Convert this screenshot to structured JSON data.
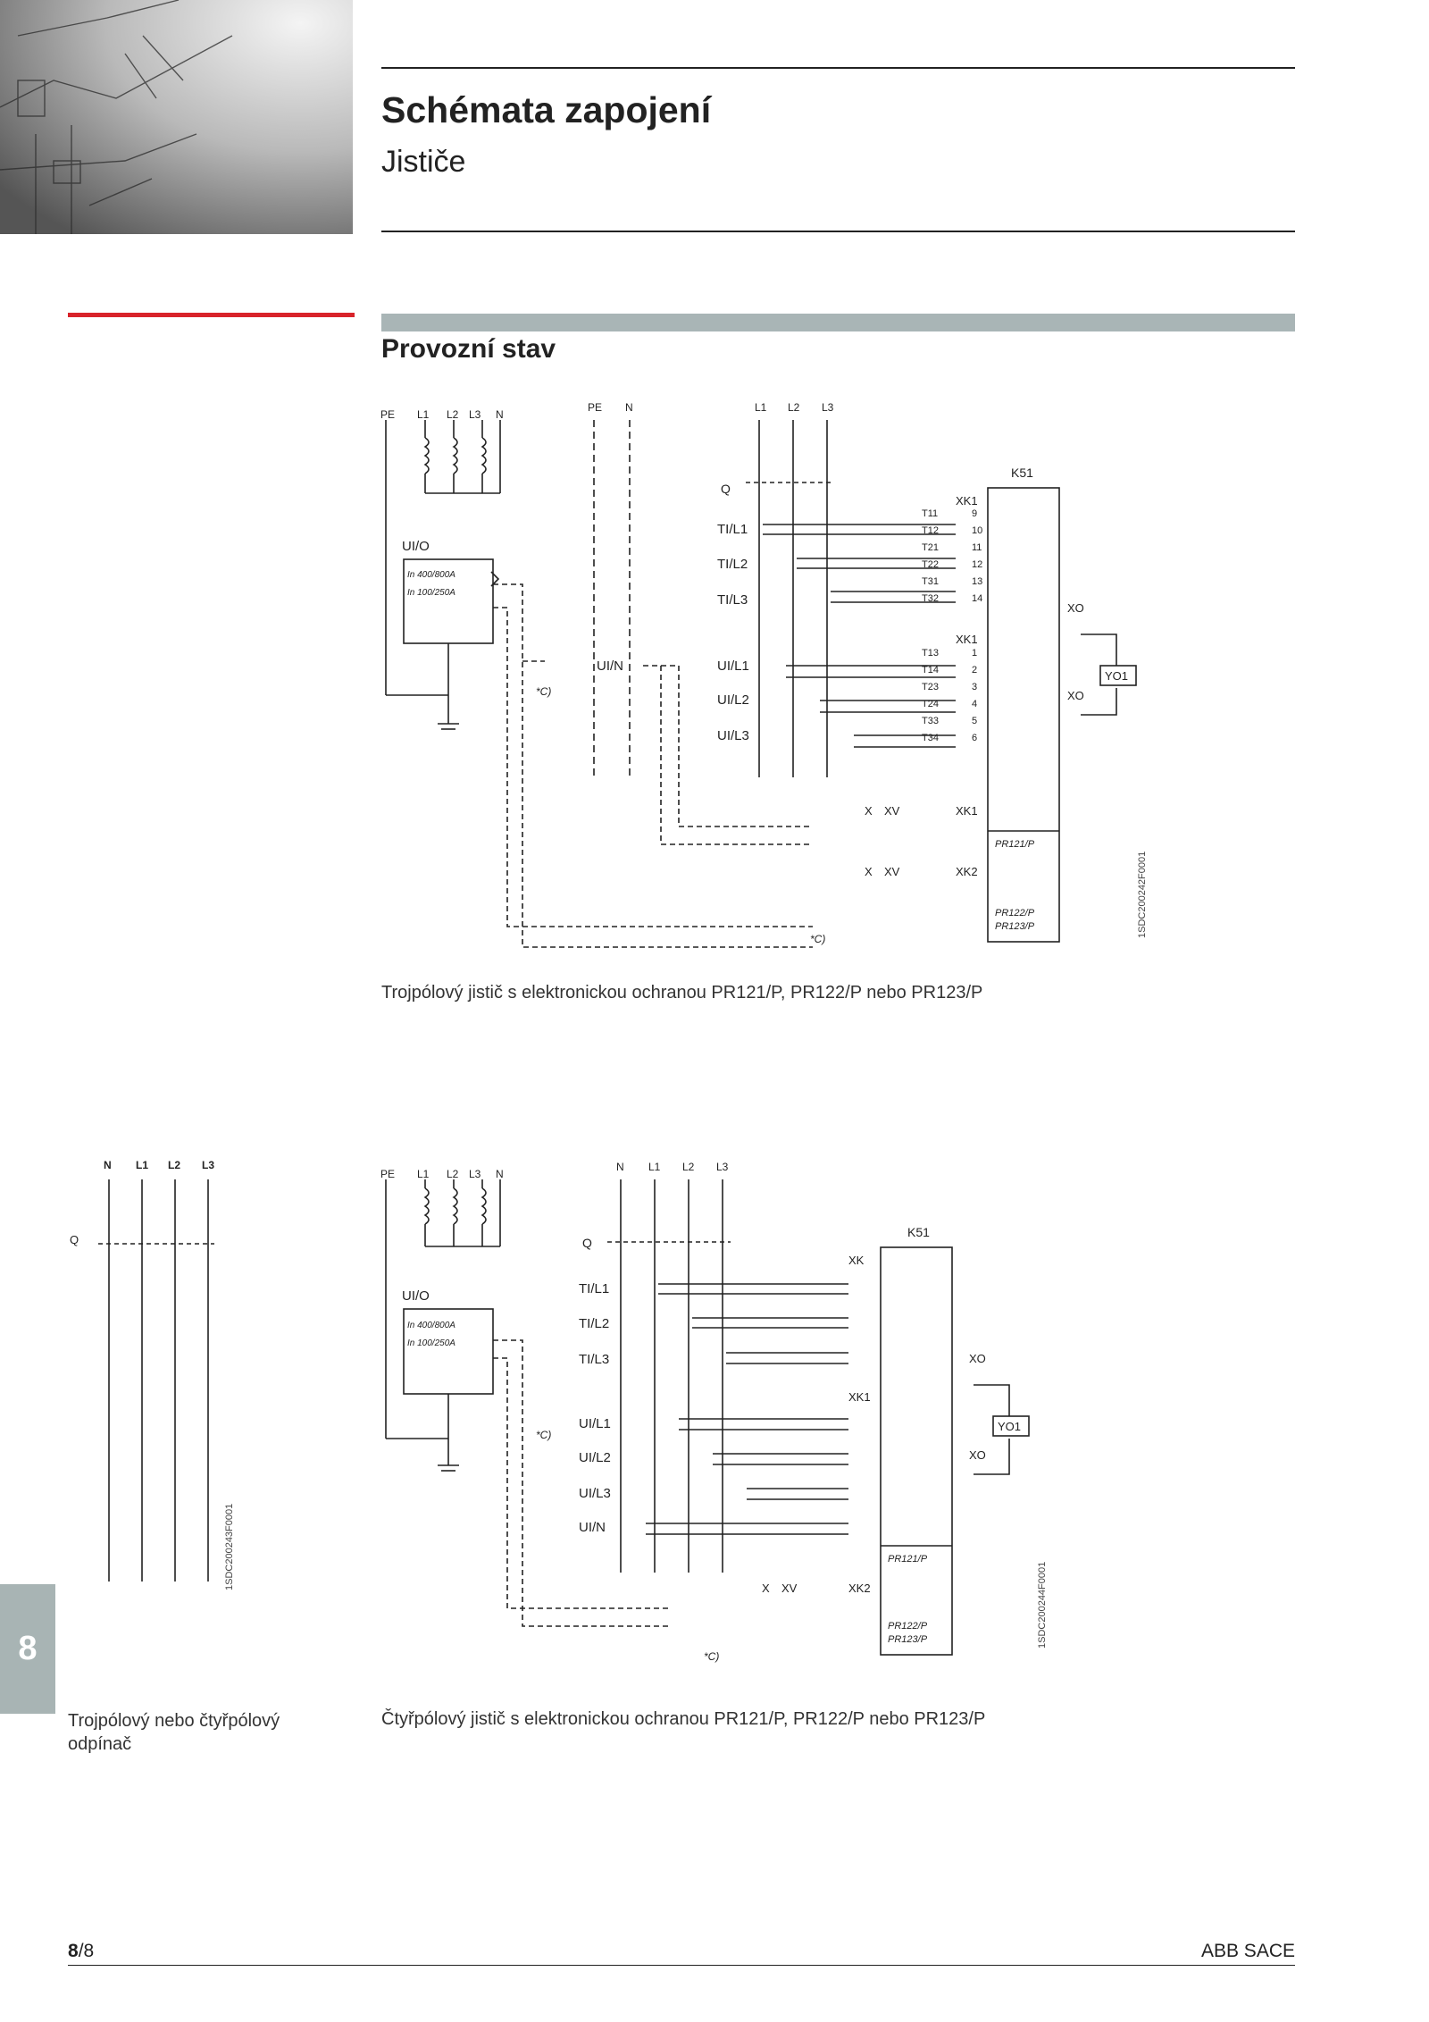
{
  "header": {
    "title": "Schémata zapojení",
    "subtitle": "Jističe",
    "section_title": "Provozní stav"
  },
  "side_tab": {
    "number": "8"
  },
  "footer": {
    "page_num": "8",
    "page_total": "/8",
    "company": "ABB SACE"
  },
  "diagram1": {
    "caption": "Trojpólový jistič s elektronickou ochranou PR121/P, PR122/P nebo PR123/P",
    "code": "1SDC200242F0001",
    "labels": {
      "pe": "PE",
      "l1": "L1",
      "l2": "L2",
      "l3": "L3",
      "n": "N",
      "q": "Q",
      "k51": "K51",
      "xk1": "XK1",
      "xk2": "XK2",
      "x": "X",
      "xv": "XV",
      "xo": "XO",
      "uio": "UI/O",
      "in1": "In 400/800A",
      "in2": "In 100/250A",
      "til1": "TI/L1",
      "til2": "TI/L2",
      "til3": "TI/L3",
      "uil1": "UI/L1",
      "uil2": "UI/L2",
      "uil3": "UI/L3",
      "uin": "UI/N",
      "yo1": "YO1",
      "star": "*C)",
      "pr121": "PR121/P",
      "pr122": "PR122/P",
      "pr123": "PR123/P"
    },
    "terminals_top": [
      {
        "t": "T11",
        "n": "9"
      },
      {
        "t": "T12",
        "n": "10"
      },
      {
        "t": "T21",
        "n": "11"
      },
      {
        "t": "T22",
        "n": "12"
      },
      {
        "t": "T31",
        "n": "13"
      },
      {
        "t": "T32",
        "n": "14"
      }
    ],
    "terminals_mid": [
      {
        "t": "T13",
        "n": "1"
      },
      {
        "t": "T14",
        "n": "2"
      },
      {
        "t": "T23",
        "n": "3"
      },
      {
        "t": "T24",
        "n": "4"
      },
      {
        "t": "T33",
        "n": "5"
      },
      {
        "t": "T34",
        "n": "6"
      }
    ]
  },
  "diagram2": {
    "caption_line1": "Trojpólový nebo čtyřpólový",
    "caption_line2": "odpínač",
    "code": "1SDC200243F0001",
    "labels": {
      "n": "N",
      "l1": "L1",
      "l2": "L2",
      "l3": "L3",
      "q": "Q"
    }
  },
  "diagram3": {
    "caption": "Čtyřpólový jistič s elektronickou ochranou PR121/P, PR122/P nebo PR123/P",
    "code": "1SDC200244F0001",
    "labels": {
      "pe": "PE",
      "l1": "L1",
      "l2": "L2",
      "l3": "L3",
      "n": "N",
      "q": "Q",
      "k51": "K51",
      "xk": "XK",
      "xk1": "XK1",
      "xk2": "XK2",
      "x": "X",
      "xv": "XV",
      "xo": "XO",
      "uio": "UI/O",
      "in1": "In 400/800A",
      "in2": "In 100/250A",
      "til1": "TI/L1",
      "til2": "TI/L2",
      "til3": "TI/L3",
      "uil1": "UI/L1",
      "uil2": "UI/L2",
      "uil3": "UI/L3",
      "uin": "UI/N",
      "yo1": "YO1",
      "star": "*C)",
      "pr121": "PR121/P",
      "pr122": "PR122/P",
      "pr123": "PR123/P"
    }
  }
}
